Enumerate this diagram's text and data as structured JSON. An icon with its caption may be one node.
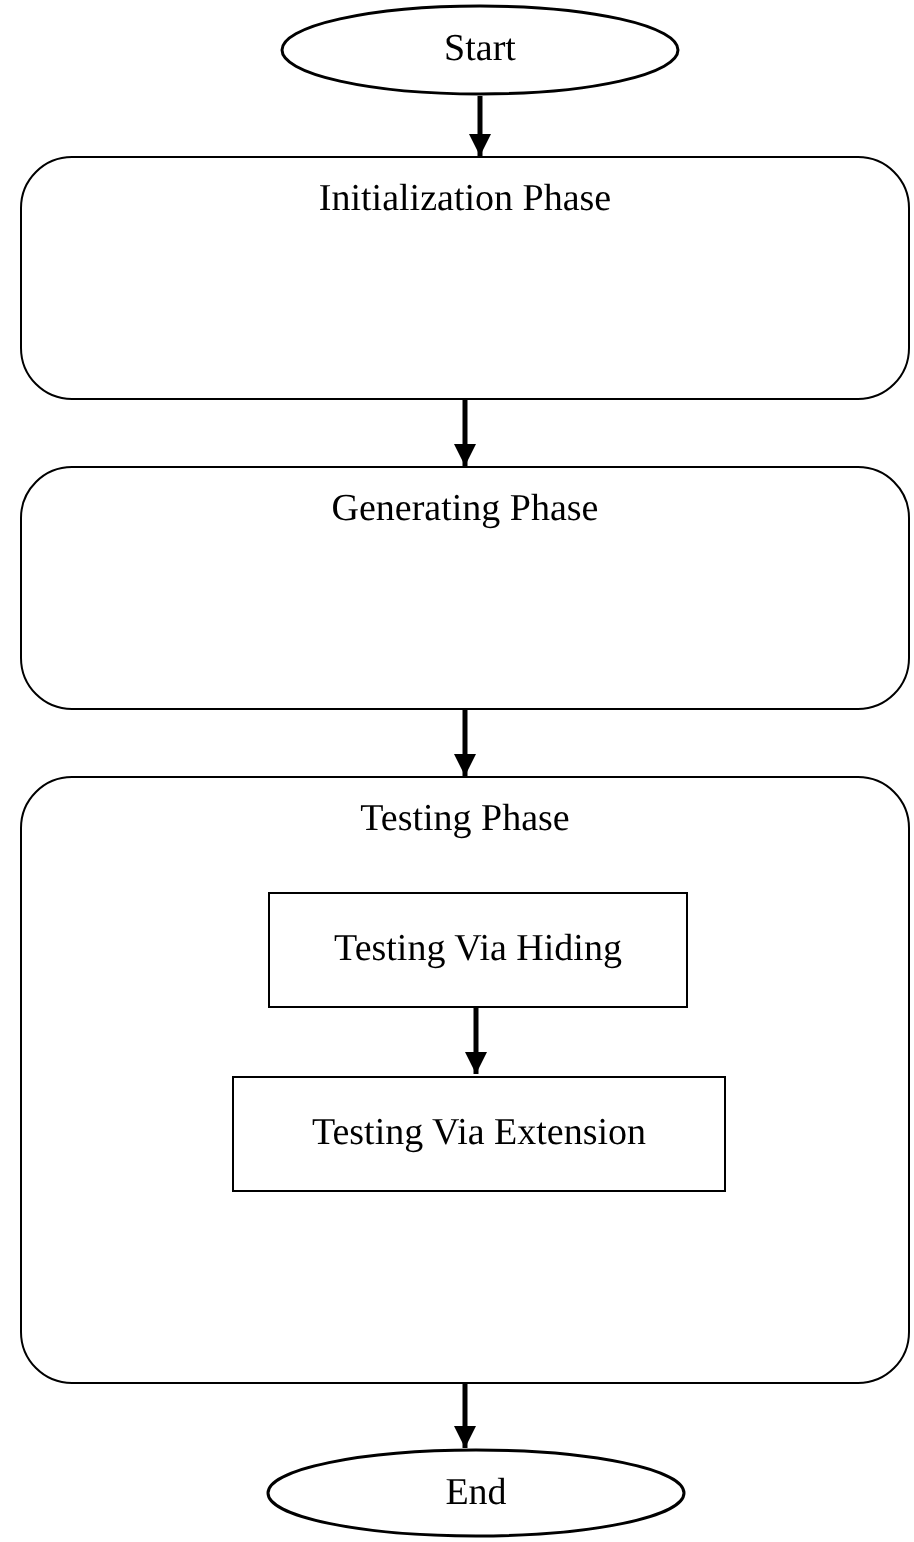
{
  "diagram": {
    "nodes": [
      {
        "text": [
          "Start"
        ]
      },
      {
        "text": [
          "Initialization Phase"
        ]
      },
      {
        "text": [
          "Generating Phase"
        ]
      },
      {
        "text": [
          "Testing Phase"
        ]
      },
      {
        "text": [
          "Testing Via Hiding"
        ],
        "in": 3
      },
      {
        "text": [
          "Testing Via Extension"
        ],
        "in": 3
      },
      {
        "text": [
          "End"
        ]
      }
    ],
    "edges": [
      {
        "from": 0,
        "to": 1,
        "arrow": "to"
      },
      {
        "from": 1,
        "to": 2,
        "arrow": "to"
      },
      {
        "from": 2,
        "to": 3,
        "arrow": "to"
      },
      {
        "from": 4,
        "to": 5,
        "arrow": "to"
      },
      {
        "from": 3,
        "to": 6,
        "arrow": "to"
      }
    ]
  }
}
